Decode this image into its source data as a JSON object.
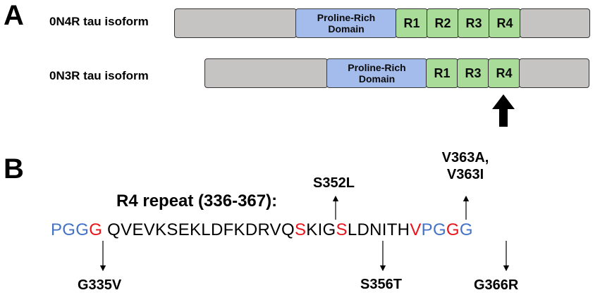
{
  "panel_a": {
    "letter": "A",
    "isoforms": [
      {
        "label": "0N4R tau isoform",
        "domain_line1": "Proline-Rich",
        "domain_line2": "Domain",
        "repeats": [
          "R1",
          "R2",
          "R3",
          "R4"
        ]
      },
      {
        "label": "0N3R tau isoform",
        "domain_line1": "Proline-Rich",
        "domain_line2": "Domain",
        "repeats": [
          "R1",
          "R3",
          "R4"
        ]
      }
    ],
    "colors": {
      "grey_domain": "#c6c3c3",
      "proline_rich": "#a4bcec",
      "repeat": "#a9dc98"
    }
  },
  "panel_b": {
    "letter": "B",
    "title": "R4 repeat (336-367):",
    "sequence": {
      "pre_blue": "PGG",
      "g335": "G",
      "mid1": " QVEVKSEKLDFKDRVQ",
      "s352": "S",
      "mid2": "KIG",
      "s356": "S",
      "mid3": "LDNITH",
      "v363": "V",
      "blue2": "PG",
      "g366": "G",
      "blue3": "G"
    },
    "mutations": {
      "above_s352": "S352L",
      "above_v363_line1": "V363A,",
      "above_v363_line2": "V363I",
      "below_g335": "G335V",
      "below_s356": "S356T",
      "below_g366": "G366R"
    },
    "colors": {
      "flank": "#4472c4",
      "mutated": "#e8141c"
    }
  }
}
